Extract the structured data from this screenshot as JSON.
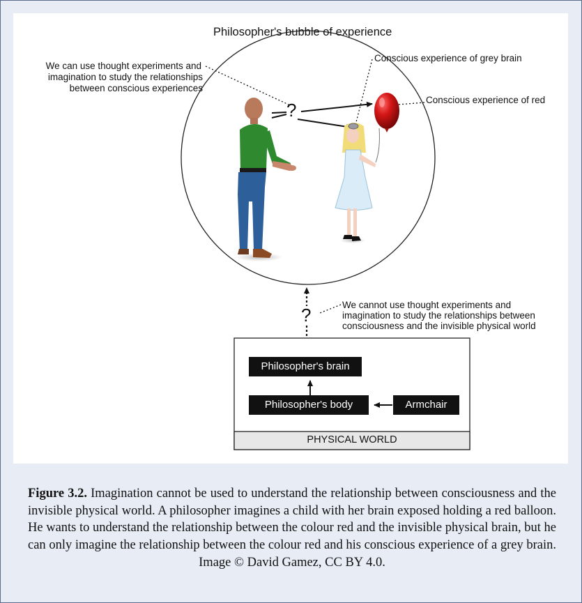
{
  "diagram": {
    "title": "Philosopher's bubble of experience",
    "note_thought_experiments": [
      "We can use thought experiments and",
      "imagination to study the relationships",
      "between conscious experiences"
    ],
    "note_grey_brain": "Conscious experience of grey brain",
    "note_red": "Conscious experience of red",
    "question_mark_upper": "?",
    "question_mark_lower": "?",
    "note_cannot": [
      "We cannot use thought experiments and",
      "imagination to study the relationships between",
      "consciousness and the invisible physical world"
    ],
    "box_brain": "Philosopher's brain",
    "box_body": "Philosopher's body",
    "box_armchair": "Armchair",
    "physical_world": "PHYSICAL WORLD",
    "colors": {
      "balloon": "#cc1515",
      "shirt": "#2f8a2f",
      "jeans": "#2d5f9a",
      "dress": "#d9ecf7",
      "hair": "#f2dc7a",
      "skin": "#c8876a"
    }
  },
  "caption": {
    "label": "Figure 3.2.",
    "text": " Imagination cannot be used to understand the relationship between consciousness and the invisible physical world. A philosopher imagines a child with her brain exposed holding a red balloon. He wants to understand the relationship between the colour red and the invisible physical brain, but he can only imagine the relationship between the colour red and his conscious experience of a grey brain. Image © David Gamez, CC BY 4.0."
  }
}
